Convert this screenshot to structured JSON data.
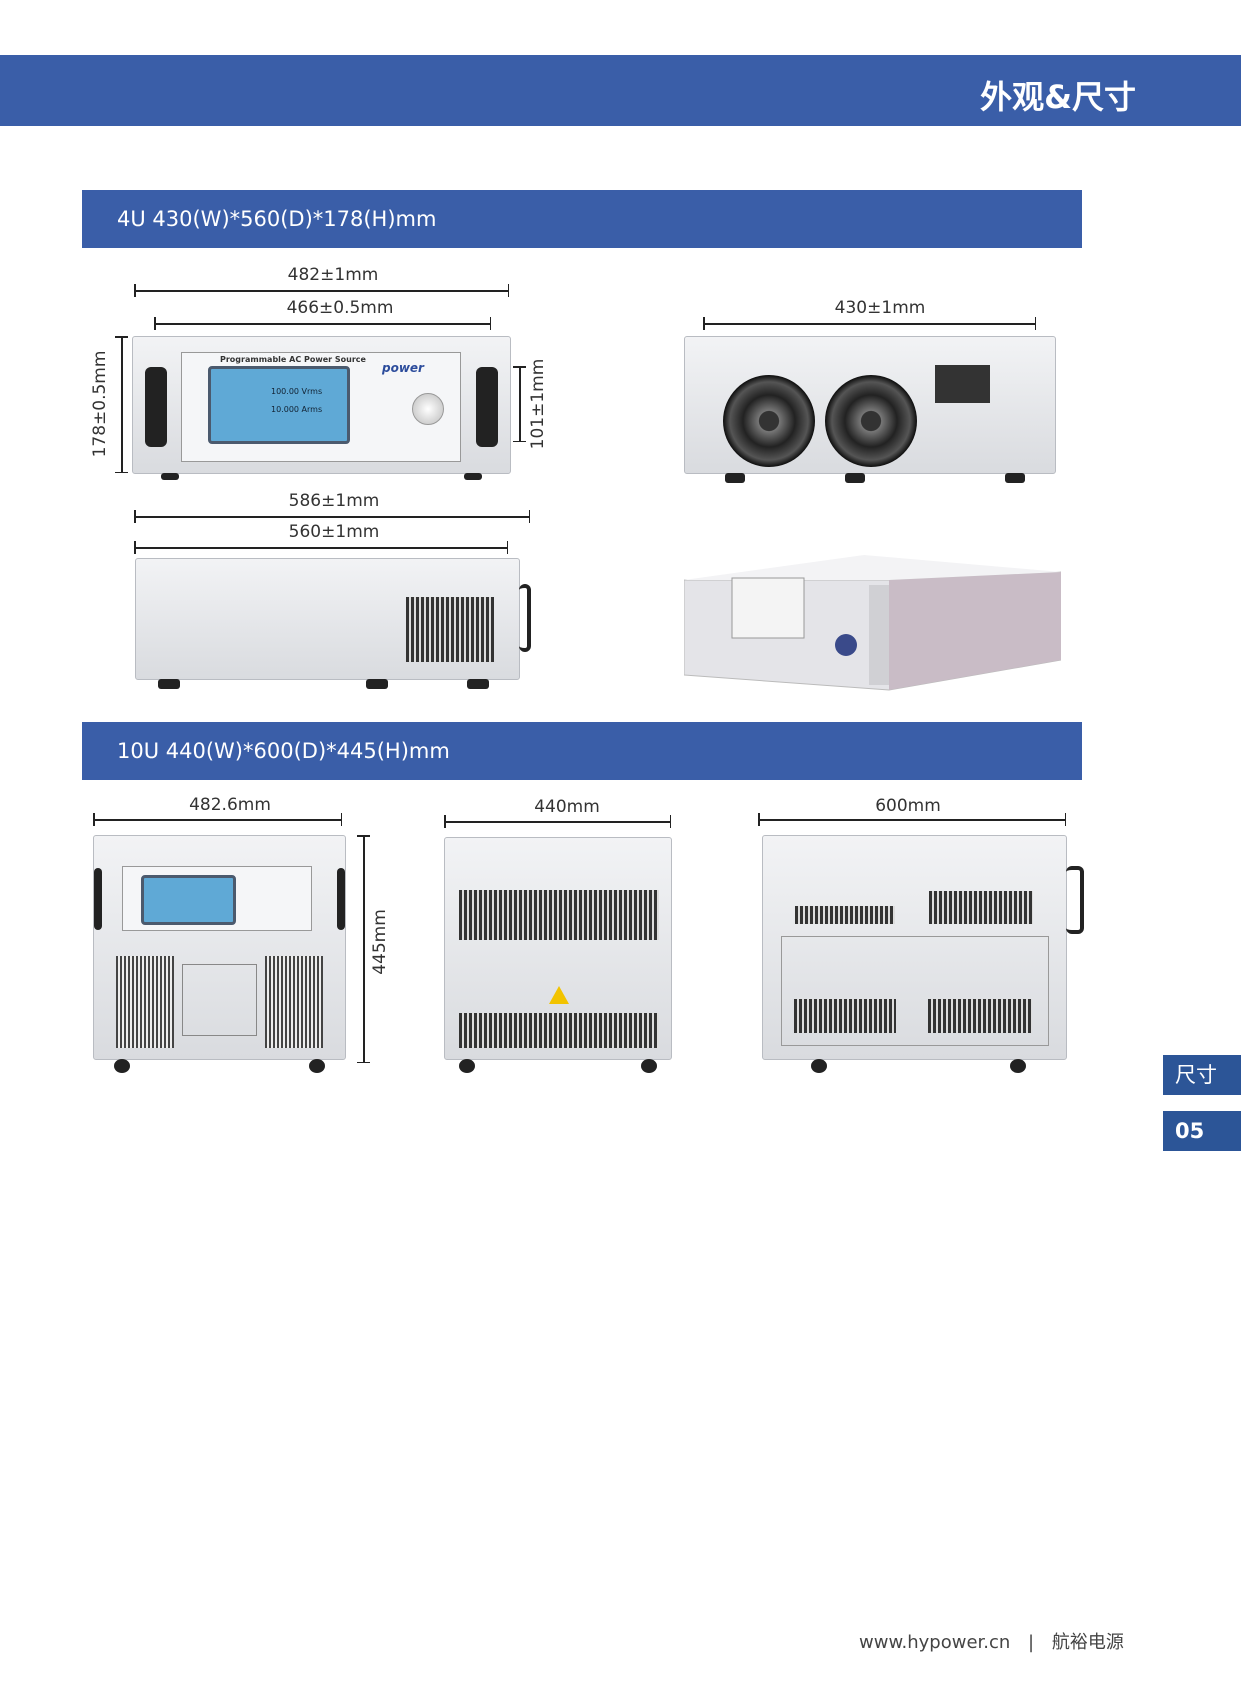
{
  "header": {
    "title": "外观&尺寸"
  },
  "section_4u": {
    "title": "4U 430(W)*560(D)*178(H)mm",
    "front": {
      "width_outer": "482±1mm",
      "width_inner": "466±0.5mm",
      "height": "178±0.5mm",
      "handle_height": "101±1mm",
      "panel_title": "Programmable AC Power Source",
      "brand": "power",
      "voltage": "100.00",
      "voltage_unit": "Vrms",
      "current": "10.000",
      "current_unit": "Arms"
    },
    "rear": {
      "width": "430±1mm"
    },
    "side": {
      "depth_outer": "586±1mm",
      "depth_inner": "560±1mm"
    }
  },
  "section_10u": {
    "title": "10U 440(W)*600(D)*445(H)mm",
    "front": {
      "width": "482.6mm",
      "height": "445mm"
    },
    "rear": {
      "width": "440mm"
    },
    "side": {
      "depth": "600mm"
    }
  },
  "side_tabs": {
    "section": "尺寸",
    "page": "05"
  },
  "footer": {
    "url": "www.hypower.cn",
    "separator": "|",
    "company": "航裕电源"
  }
}
